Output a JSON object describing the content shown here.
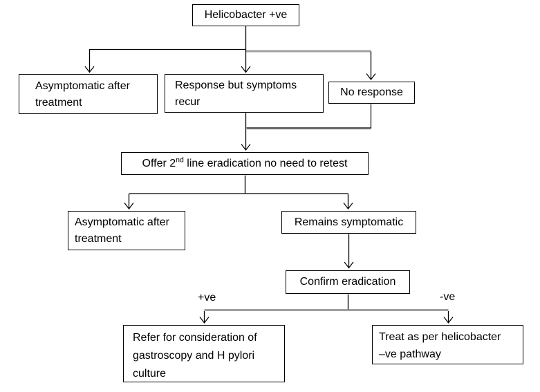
{
  "diagram": {
    "nodes": {
      "helicobacter_positive": {
        "label": "Helicobacter +ve"
      },
      "asymptomatic_1": {
        "label": [
          "Asymptomatic after",
          "treatment"
        ]
      },
      "response_recur": {
        "label": [
          "Response but symptoms",
          "recur"
        ]
      },
      "no_response": {
        "label": "No response"
      },
      "offer_2nd_line": {
        "prefix": "Offer 2",
        "superscript": "nd",
        "suffix": " line eradication no need to retest"
      },
      "asymptomatic_2": {
        "label": [
          "Asymptomatic after",
          "treatment"
        ]
      },
      "remains_symptomatic": {
        "label": "Remains symptomatic"
      },
      "confirm_eradication": {
        "label": "Confirm eradication"
      },
      "refer_gastroscopy": {
        "label": [
          "Refer for consideration of",
          "gastroscopy and H pylori",
          "culture"
        ]
      },
      "treat_negative": {
        "label": [
          "Treat as per helicobacter",
          "–ve pathway"
        ]
      }
    },
    "edge_labels": {
      "positive": "+ve",
      "negative": "-ve"
    },
    "colors": {
      "background": "#ffffff",
      "box_fill": "#ffffff",
      "box_border": "#000000",
      "text": "#000000",
      "line_black": "#000000",
      "line_grey": "#9f9f9f"
    }
  }
}
